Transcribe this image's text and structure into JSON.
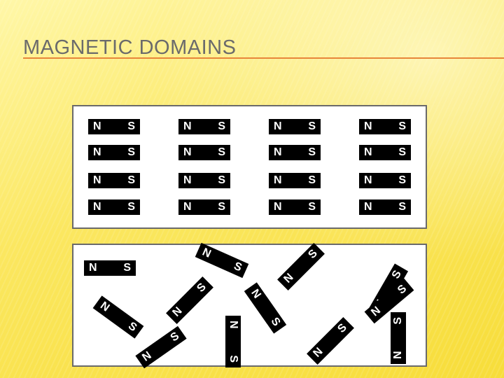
{
  "slide": {
    "title": "MAGNETIC DOMAINS"
  },
  "labels": {
    "north": "N",
    "south": "S"
  },
  "colors": {
    "magnet_fill": "#000000",
    "magnet_text": "#ffffff",
    "title_rule": "#e8863a",
    "title_text": "#6b6b6b"
  },
  "aligned_grid": {
    "rows": 4,
    "columns": 4
  },
  "random_domains_count": 12
}
